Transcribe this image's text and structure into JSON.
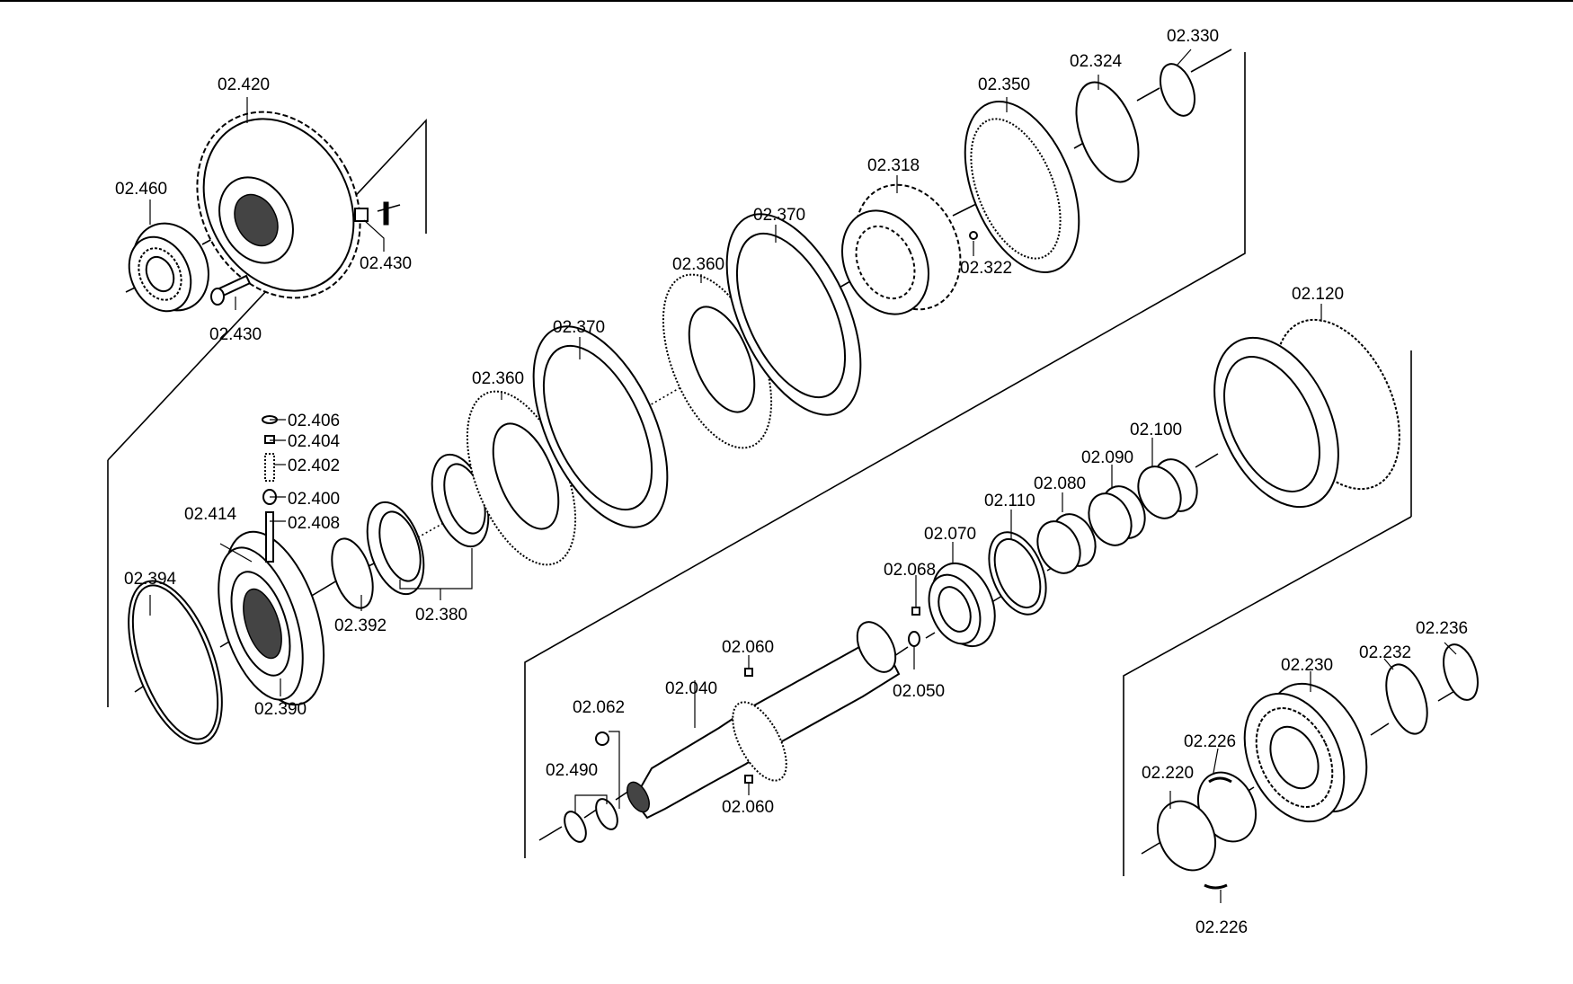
{
  "labels": {
    "p02_420": "02.420",
    "p02_460": "02.460",
    "p02_430a": "02.430",
    "p02_430b": "02.430",
    "p02_406": "02.406",
    "p02_404": "02.404",
    "p02_402": "02.402",
    "p02_400": "02.400",
    "p02_408": "02.408",
    "p02_414": "02.414",
    "p02_394": "02.394",
    "p02_390": "02.390",
    "p02_392": "02.392",
    "p02_380": "02.380",
    "p02_360a": "02.360",
    "p02_370a": "02.370",
    "p02_360b": "02.360",
    "p02_370b": "02.370",
    "p02_318": "02.318",
    "p02_322": "02.322",
    "p02_350": "02.350",
    "p02_324": "02.324",
    "p02_330": "02.330",
    "p02_120": "02.120",
    "p02_100": "02.100",
    "p02_090": "02.090",
    "p02_080": "02.080",
    "p02_110": "02.110",
    "p02_070": "02.070",
    "p02_068": "02.068",
    "p02_050": "02.050",
    "p02_060a": "02.060",
    "p02_060b": "02.060",
    "p02_040": "02.040",
    "p02_062": "02.062",
    "p02_490": "02.490",
    "p02_236": "02.236",
    "p02_232": "02.232",
    "p02_230": "02.230",
    "p02_226a": "02.226",
    "p02_220": "02.220",
    "p02_226b": "02.226"
  }
}
